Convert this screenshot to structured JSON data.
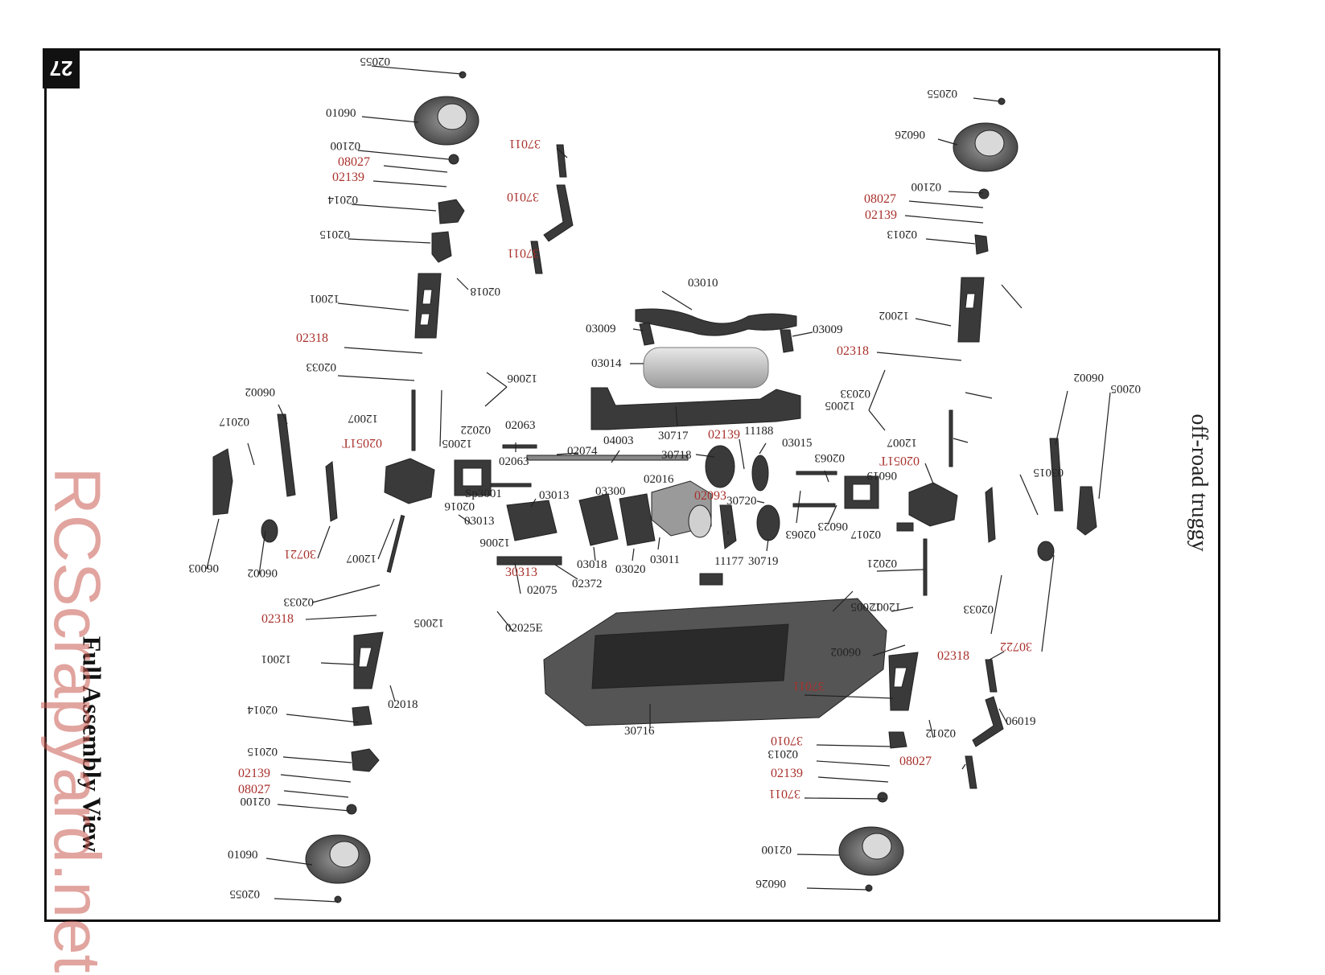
{
  "page_number": "27",
  "title": "Full Assembly View",
  "subtitle": "off-road truggy",
  "watermark": "RCScrapyard.net",
  "colors": {
    "label_black": "#222222",
    "label_red": "#a8312c",
    "frame": "#111111",
    "parts": "#3a3a3a"
  },
  "labels": [
    {
      "text": "02055",
      "red": false,
      "flip": true
    },
    {
      "text": "01090",
      "red": false,
      "flip": false
    },
    {
      "text": "02100",
      "red": false,
      "flip": true
    },
    {
      "text": "08027",
      "red": true,
      "flip": false
    },
    {
      "text": "02139",
      "red": true,
      "flip": false
    },
    {
      "text": "02014",
      "red": false,
      "flip": true
    },
    {
      "text": "02015",
      "red": false,
      "flip": true
    },
    {
      "text": "12001",
      "red": false,
      "flip": true
    },
    {
      "text": "02018",
      "red": false,
      "flip": true
    },
    {
      "text": "37011",
      "red": true,
      "flip": true
    },
    {
      "text": "37010",
      "red": true,
      "flip": true
    },
    {
      "text": "37011",
      "red": true,
      "flip": true
    },
    {
      "text": "02318",
      "red": true,
      "flip": false
    },
    {
      "text": "02033",
      "red": false,
      "flip": true
    },
    {
      "text": "12006",
      "red": false,
      "flip": true
    },
    {
      "text": "12007",
      "red": false,
      "flip": true
    },
    {
      "text": "12005",
      "red": false,
      "flip": true
    },
    {
      "text": "06002",
      "red": false,
      "flip": true
    },
    {
      "text": "02017",
      "red": false,
      "flip": true
    },
    {
      "text": "02051T",
      "red": true,
      "flip": true
    },
    {
      "text": "02016",
      "red": false,
      "flip": true
    },
    {
      "text": "06003",
      "red": false,
      "flip": true
    },
    {
      "text": "06002",
      "red": false,
      "flip": true
    },
    {
      "text": "30721",
      "red": true,
      "flip": true
    },
    {
      "text": "12007",
      "red": false,
      "flip": true
    },
    {
      "text": "02022",
      "red": false,
      "flip": true
    },
    {
      "text": "02063",
      "red": false,
      "flip": false
    },
    {
      "text": "02063",
      "red": false,
      "flip": false
    },
    {
      "text": "02074",
      "red": false,
      "flip": false
    },
    {
      "text": "04003",
      "red": false,
      "flip": false
    },
    {
      "text": "Sp3001",
      "red": false,
      "flip": false
    },
    {
      "text": "03013",
      "red": false,
      "flip": false
    },
    {
      "text": "03013",
      "red": false,
      "flip": false
    },
    {
      "text": "12006",
      "red": false,
      "flip": true
    },
    {
      "text": "03300",
      "red": false,
      "flip": false
    },
    {
      "text": "03010",
      "red": false,
      "flip": false
    },
    {
      "text": "03009",
      "red": false,
      "flip": false
    },
    {
      "text": "03009",
      "red": false,
      "flip": false
    },
    {
      "text": "03014",
      "red": false,
      "flip": false
    },
    {
      "text": "30717",
      "red": false,
      "flip": false
    },
    {
      "text": "30718",
      "red": false,
      "flip": false
    },
    {
      "text": "02139",
      "red": true,
      "flip": false
    },
    {
      "text": "11188",
      "red": false,
      "flip": false
    },
    {
      "text": "03015",
      "red": false,
      "flip": false
    },
    {
      "text": "02016",
      "red": false,
      "flip": false
    },
    {
      "text": "02093",
      "red": true,
      "flip": false
    },
    {
      "text": "30720",
      "red": false,
      "flip": false
    },
    {
      "text": "11177",
      "red": false,
      "flip": false
    },
    {
      "text": "30719",
      "red": false,
      "flip": false
    },
    {
      "text": "03011",
      "red": false,
      "flip": false
    },
    {
      "text": "03018",
      "red": false,
      "flip": false
    },
    {
      "text": "03020",
      "red": false,
      "flip": false
    },
    {
      "text": "02372",
      "red": false,
      "flip": false
    },
    {
      "text": "30313",
      "red": true,
      "flip": false
    },
    {
      "text": "02075",
      "red": false,
      "flip": false
    },
    {
      "text": "02025E",
      "red": false,
      "flip": false
    },
    {
      "text": "30716",
      "red": false,
      "flip": false
    },
    {
      "text": "02033",
      "red": false,
      "flip": true
    },
    {
      "text": "02318",
      "red": true,
      "flip": false
    },
    {
      "text": "12005",
      "red": false,
      "flip": true
    },
    {
      "text": "12001",
      "red": false,
      "flip": true
    },
    {
      "text": "02018",
      "red": false,
      "flip": false
    },
    {
      "text": "02015",
      "red": false,
      "flip": true
    },
    {
      "text": "02014",
      "red": false,
      "flip": true
    },
    {
      "text": "02139",
      "red": true,
      "flip": false
    },
    {
      "text": "08027",
      "red": true,
      "flip": false
    },
    {
      "text": "02100",
      "red": false,
      "flip": true
    },
    {
      "text": "01090",
      "red": false,
      "flip": false
    },
    {
      "text": "02055",
      "red": false,
      "flip": true
    },
    {
      "text": "02055",
      "red": false,
      "flip": true
    },
    {
      "text": "06026",
      "red": false,
      "flip": true
    },
    {
      "text": "02100",
      "red": false,
      "flip": true
    },
    {
      "text": "08027",
      "red": true,
      "flip": false
    },
    {
      "text": "02139",
      "red": true,
      "flip": false
    },
    {
      "text": "02013",
      "red": false,
      "flip": true
    },
    {
      "text": "06019",
      "red": false,
      "flip": true
    },
    {
      "text": "12002",
      "red": false,
      "flip": true
    },
    {
      "text": "02318",
      "red": true,
      "flip": false
    },
    {
      "text": "02033",
      "red": false,
      "flip": true
    },
    {
      "text": "06002",
      "red": false,
      "flip": true
    },
    {
      "text": "02005",
      "red": false,
      "flip": true
    },
    {
      "text": "12005",
      "red": false,
      "flip": true
    },
    {
      "text": "12007",
      "red": false,
      "flip": true
    },
    {
      "text": "02051T",
      "red": true,
      "flip": true
    },
    {
      "text": "02063",
      "red": false,
      "flip": true
    },
    {
      "text": "03015",
      "red": false,
      "flip": true
    },
    {
      "text": "06023",
      "red": false,
      "flip": true
    },
    {
      "text": "02063",
      "red": false,
      "flip": true
    },
    {
      "text": "02017",
      "red": false,
      "flip": true
    },
    {
      "text": "02021",
      "red": false,
      "flip": true
    },
    {
      "text": "12007",
      "red": false,
      "flip": true
    },
    {
      "text": "12005",
      "red": false,
      "flip": true
    },
    {
      "text": "02033",
      "red": false,
      "flip": true
    },
    {
      "text": "30722",
      "red": true,
      "flip": true
    },
    {
      "text": "06002",
      "red": false,
      "flip": true
    },
    {
      "text": "02318",
      "red": true,
      "flip": false
    },
    {
      "text": "37011",
      "red": true,
      "flip": true
    },
    {
      "text": "02012",
      "red": false,
      "flip": true
    },
    {
      "text": "06019",
      "red": false,
      "flip": false
    },
    {
      "text": "37010",
      "red": true,
      "flip": true
    },
    {
      "text": "02013",
      "red": false,
      "flip": true
    },
    {
      "text": "02139",
      "red": true,
      "flip": false
    },
    {
      "text": "08027",
      "red": true,
      "flip": false
    },
    {
      "text": "37011",
      "red": true,
      "flip": true
    },
    {
      "text": "02100",
      "red": false,
      "flip": true
    },
    {
      "text": "06026",
      "red": false,
      "flip": true
    },
    {
      "text": "02055",
      "red": false,
      "flip": true
    }
  ]
}
